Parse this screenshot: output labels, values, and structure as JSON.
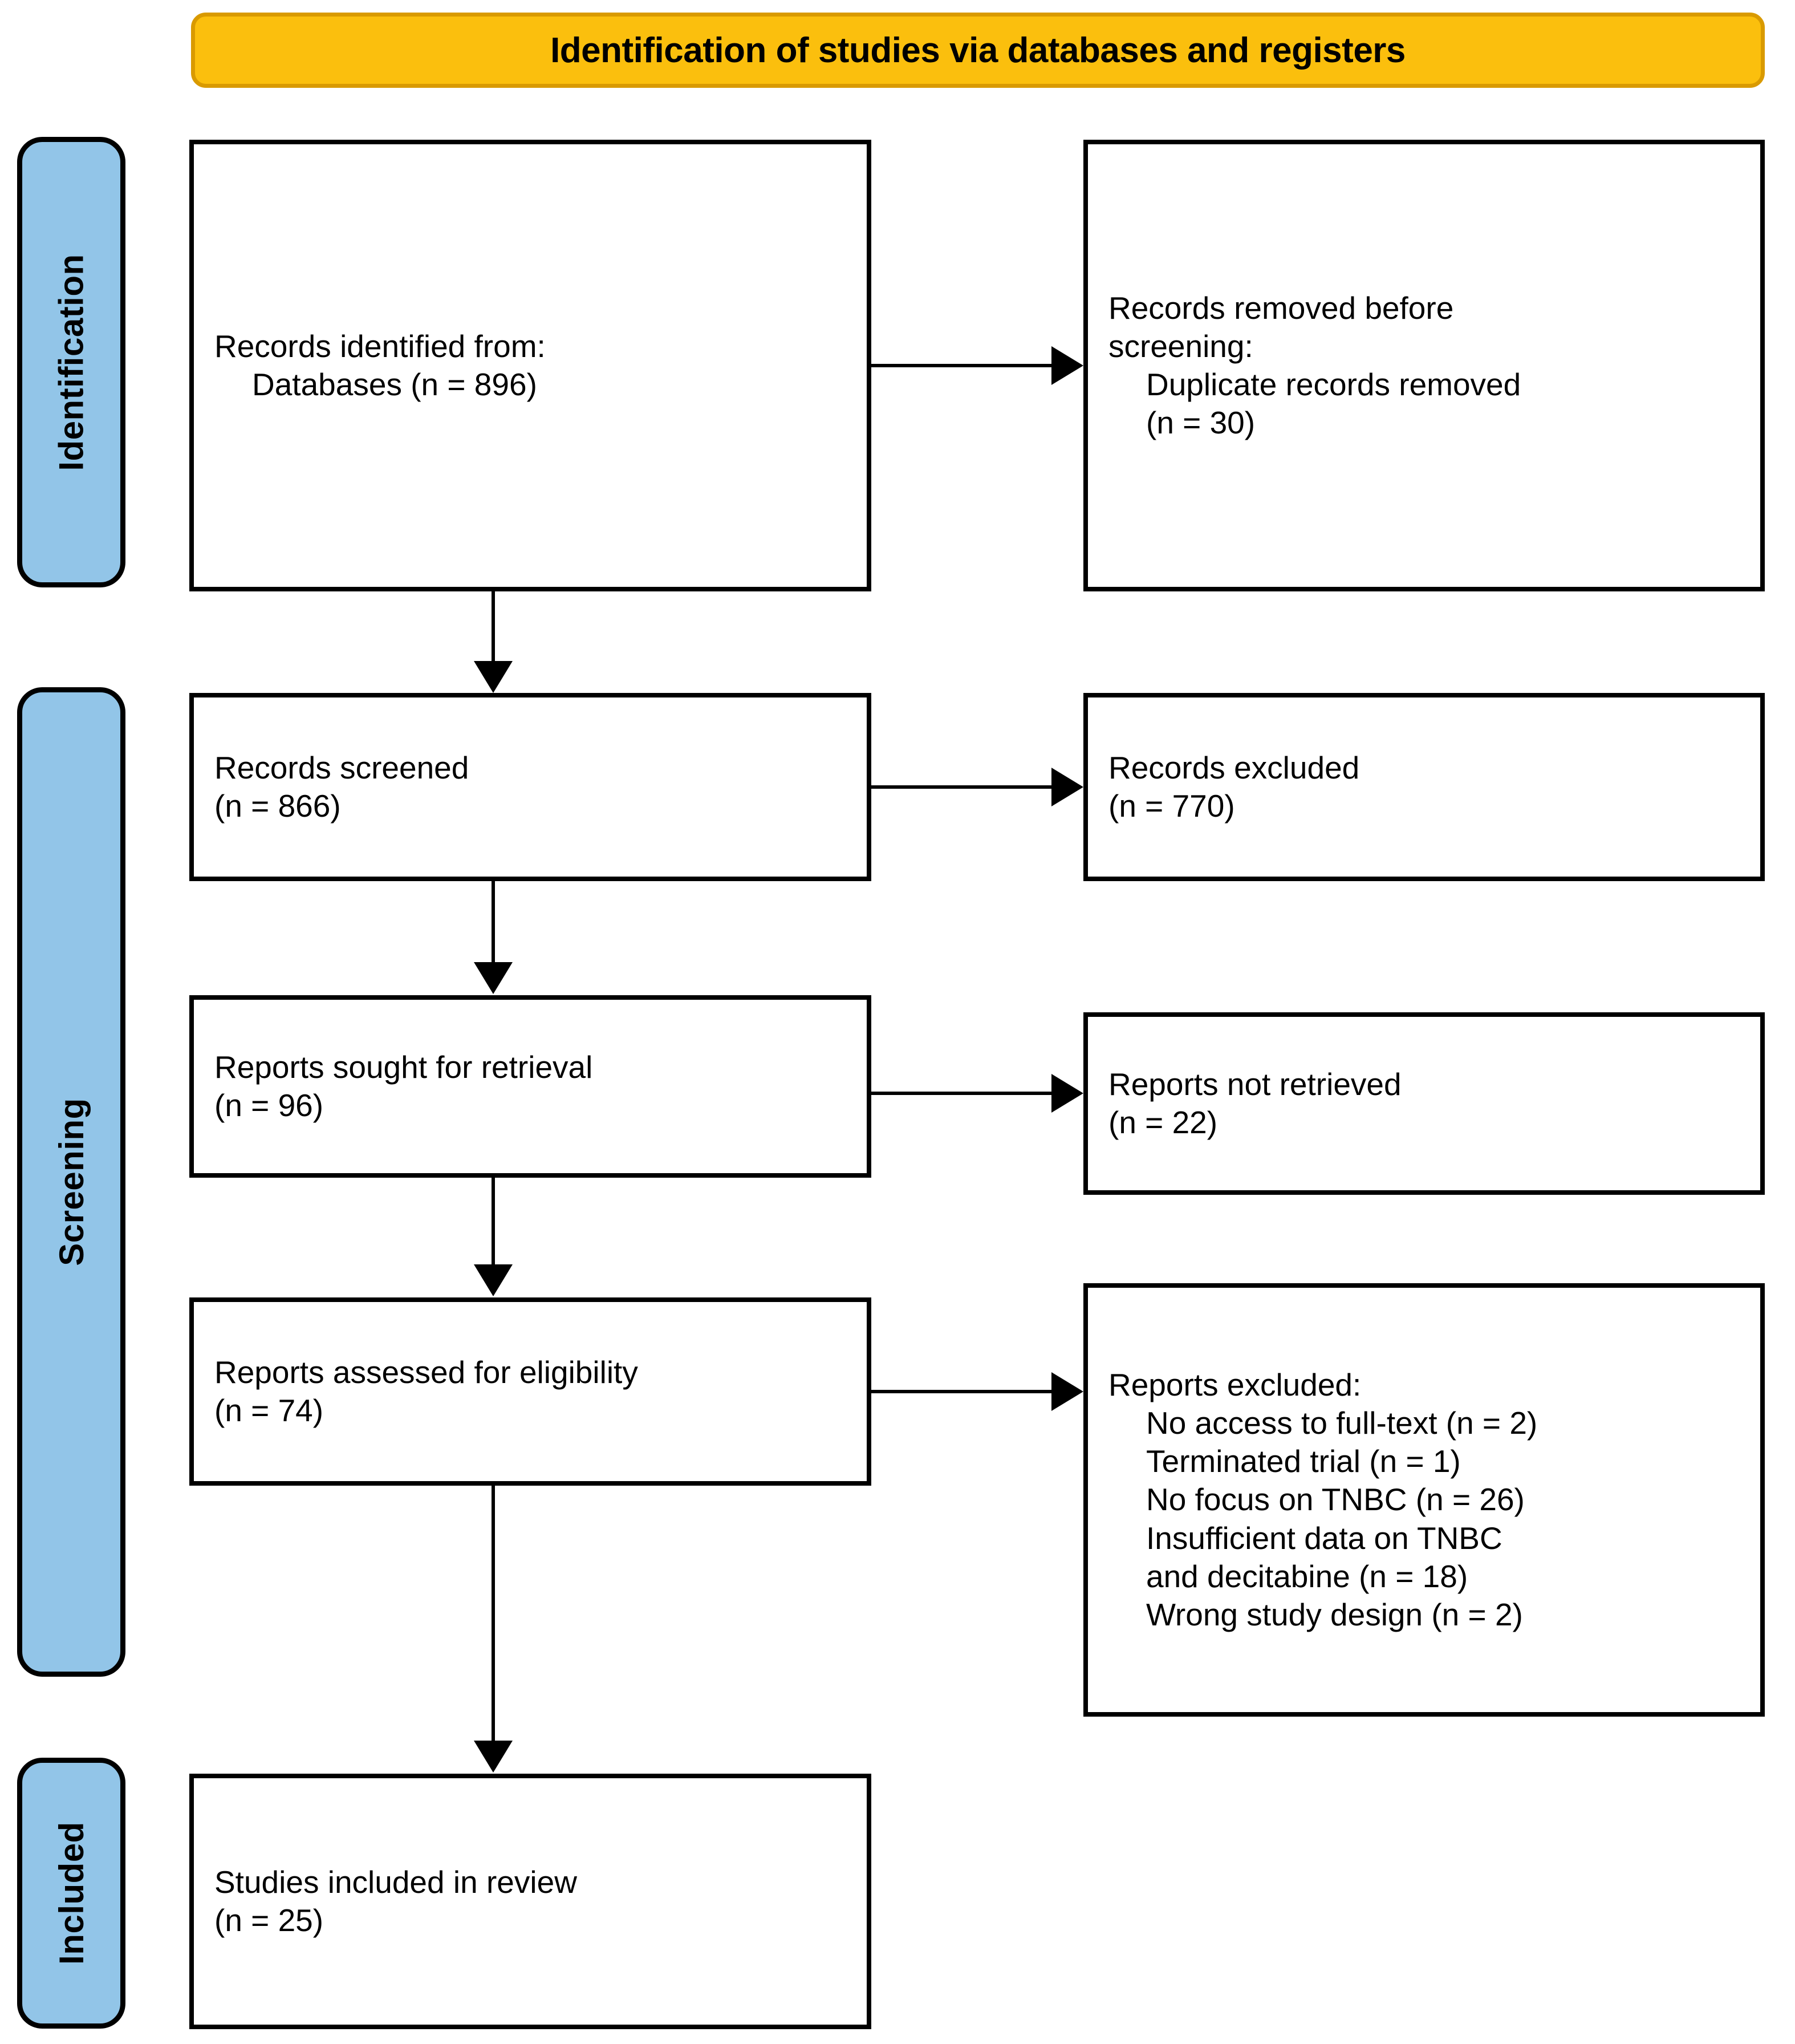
{
  "banner": {
    "title": "Identification of studies via databases and registers"
  },
  "stages": [
    {
      "key": "identification",
      "label": "Identification"
    },
    {
      "key": "screening",
      "label": "Screening"
    },
    {
      "key": "included",
      "label": "Included"
    }
  ],
  "boxes": {
    "records_identified": {
      "lines": [
        {
          "text": "Records identified from:",
          "indent": false
        },
        {
          "text": "Databases (n = 896)",
          "indent": true
        }
      ]
    },
    "records_removed": {
      "lines": [
        {
          "text": "Records removed before",
          "indent": false
        },
        {
          "text": "screening:",
          "indent": false
        },
        {
          "text": "Duplicate records removed",
          "indent": true
        },
        {
          "text": "(n = 30)",
          "indent": true
        }
      ]
    },
    "records_screened": {
      "lines": [
        {
          "text": "Records screened",
          "indent": false
        },
        {
          "text": "(n = 866)",
          "indent": false
        }
      ]
    },
    "records_excluded": {
      "lines": [
        {
          "text": "Records excluded",
          "indent": false
        },
        {
          "text": "(n = 770)",
          "indent": false
        }
      ]
    },
    "reports_sought": {
      "lines": [
        {
          "text": "Reports sought for retrieval",
          "indent": false
        },
        {
          "text": "(n = 96)",
          "indent": false
        }
      ]
    },
    "reports_not_retrieved": {
      "lines": [
        {
          "text": "Reports not retrieved",
          "indent": false
        },
        {
          "text": "(n = 22)",
          "indent": false
        }
      ]
    },
    "reports_assessed": {
      "lines": [
        {
          "text": "Reports assessed for eligibility",
          "indent": false
        },
        {
          "text": "(n = 74)",
          "indent": false
        }
      ]
    },
    "reports_excluded": {
      "lines": [
        {
          "text": "Reports excluded:",
          "indent": false
        },
        {
          "text": "No access to full-text (n = 2)",
          "indent": true
        },
        {
          "text": "Terminated trial (n = 1)",
          "indent": true
        },
        {
          "text": "No focus on TNBC (n = 26)",
          "indent": true
        },
        {
          "text": "Insufficient data on TNBC",
          "indent": true
        },
        {
          "text": "and decitabine (n = 18)",
          "indent": true
        },
        {
          "text": "Wrong study design (n = 2)",
          "indent": true
        }
      ]
    },
    "studies_included": {
      "lines": [
        {
          "text": "Studies included in review",
          "indent": false
        },
        {
          "text": "(n = 25)",
          "indent": false
        }
      ]
    }
  },
  "counts": {
    "databases_identified": 896,
    "duplicates_removed": 30,
    "records_screened": 866,
    "records_excluded": 770,
    "reports_sought": 96,
    "reports_not_retrieved": 22,
    "reports_assessed": 74,
    "excluded_no_access_full_text": 2,
    "excluded_terminated_trial": 1,
    "excluded_no_focus_tnbc": 26,
    "excluded_insufficient_data": 18,
    "excluded_wrong_study_design": 2,
    "studies_included": 25
  },
  "colors": {
    "banner_fill": "#FBBF0D",
    "banner_border": "#D99A00",
    "stage_fill": "#92C5E8",
    "stroke": "#000000",
    "box_fill": "#FFFFFF"
  }
}
